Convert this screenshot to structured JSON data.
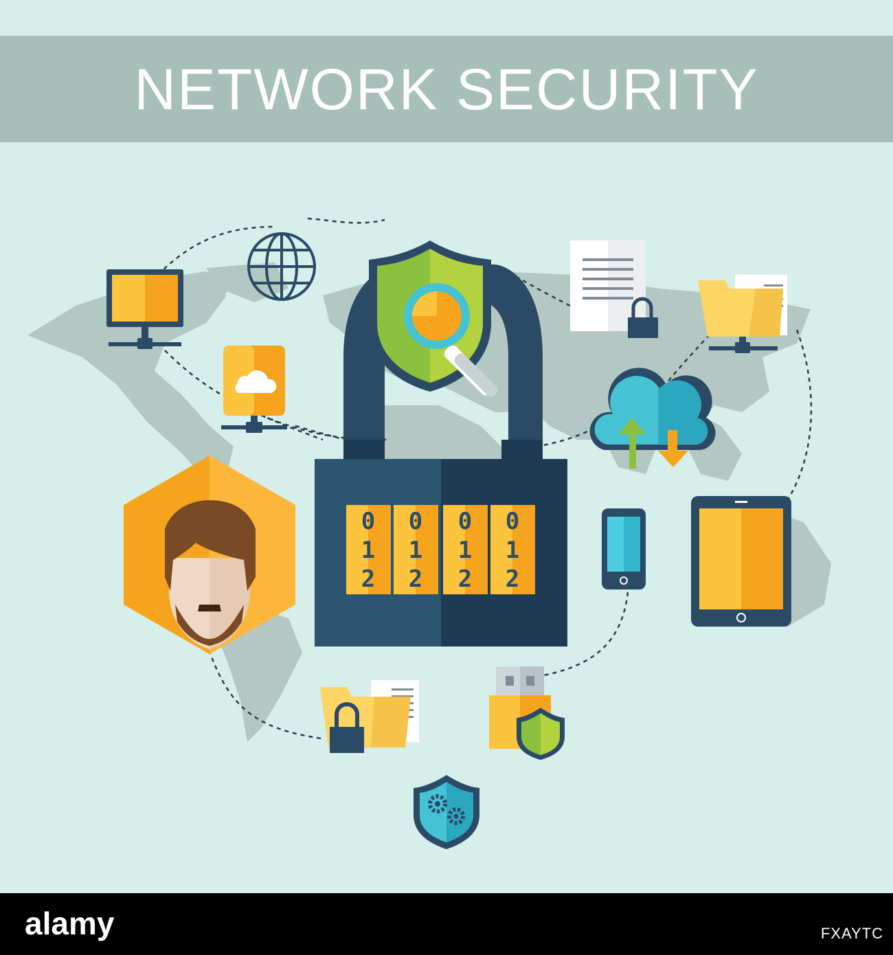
{
  "banner": {
    "title": "NETWORK SECURITY"
  },
  "lock": {
    "wheels": [
      {
        "digits": [
          "0",
          "1",
          "2"
        ]
      },
      {
        "digits": [
          "0",
          "1",
          "2"
        ]
      },
      {
        "digits": [
          "0",
          "1",
          "2"
        ]
      },
      {
        "digits": [
          "0",
          "1",
          "2"
        ]
      }
    ]
  },
  "icons": [
    "globe-icon",
    "monitor-server-icon",
    "cloud-storage-server-icon",
    "shield-magnifier-icon",
    "padlock-icon",
    "locked-document-icon",
    "shared-folder-icon",
    "cloud-sync-icon",
    "smartphone-icon",
    "tablet-icon",
    "user-avatar-icon",
    "locked-folder-icon",
    "usb-shield-icon",
    "gear-shield-icon",
    "world-map"
  ],
  "footer": {
    "logo": "alamy",
    "image_id": "FXAYTC"
  },
  "colors": {
    "background": "#d6efea",
    "banner": "#a6bfb8",
    "accent_orange": "#f6a31d",
    "accent_yellow": "#fcc33c",
    "dark_navy": "#2b4a66",
    "teal": "#45c2d4",
    "green": "#8bc13f"
  }
}
